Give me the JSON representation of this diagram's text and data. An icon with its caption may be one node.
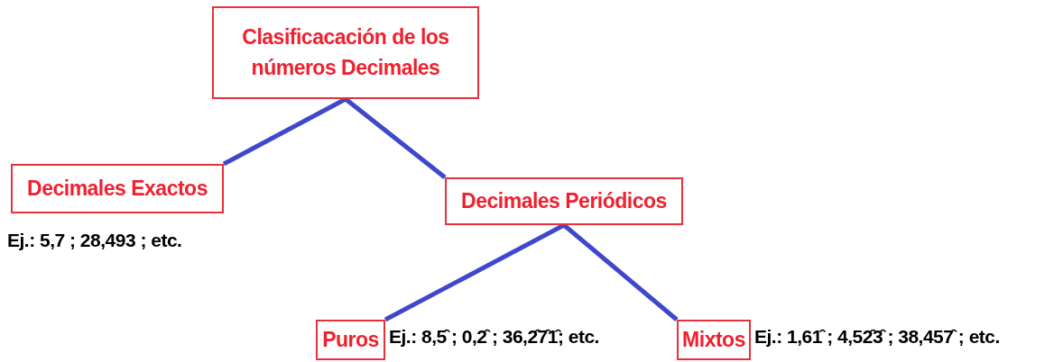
{
  "diagram": {
    "nodes": [
      {
        "text": [
          "Clasificacación de los números Decimales"
        ]
      },
      {
        "text": [
          "Decimales Exactos"
        ],
        "beside": [
          "Ej.: 5,7 ; 28,493 ; etc."
        ]
      },
      {
        "text": [
          "Decimales Periódicos"
        ]
      },
      {
        "text": [
          "Puros"
        ],
        "beside": [
          "Ej.: 8,5̑ ; 0,2̑ ; 36,2̑7̑1̑; etc."
        ]
      },
      {
        "text": [
          "Mixtos"
        ],
        "beside": [
          "Ej.: 1,61̑ ; 4,52̑3̑ ; 38,457̑ ; etc."
        ]
      }
    ],
    "edges": [
      {
        "from": 0,
        "to": 1,
        "arrow": "none"
      },
      {
        "from": 0,
        "to": 2,
        "arrow": "none"
      },
      {
        "from": 2,
        "to": 3,
        "arrow": "none"
      },
      {
        "from": 2,
        "to": 4,
        "arrow": "none"
      }
    ]
  }
}
